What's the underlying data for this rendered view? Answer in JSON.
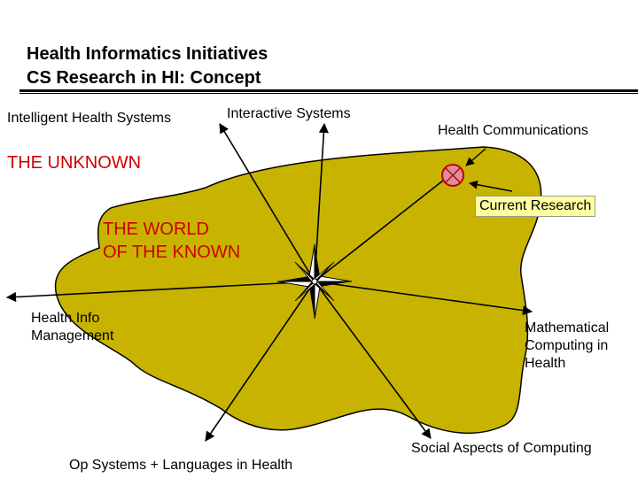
{
  "title": {
    "line1": "Health Informatics Initiatives",
    "line2": "CS Research in HI: Concept"
  },
  "regions": {
    "unknown": "THE UNKNOWN",
    "known": "THE WORLD\nOF THE KNOWN"
  },
  "spokes": [
    {
      "id": "intelligent-health-systems",
      "label": "Intelligent Health Systems"
    },
    {
      "id": "interactive-systems",
      "label": "Interactive Systems"
    },
    {
      "id": "health-communications",
      "label": "Health Communications"
    },
    {
      "id": "health-info-management",
      "label": "Health Info\nManagement"
    },
    {
      "id": "mathematical-computing",
      "label": "Mathematical\nComputing in\nHealth"
    },
    {
      "id": "op-systems-languages",
      "label": "Op Systems + Languages in Health"
    },
    {
      "id": "social-aspects",
      "label": "Social Aspects of Computing"
    }
  ],
  "callout": "Current Research",
  "colors": {
    "known_fill": "#c8b400",
    "unknown_text": "#cc0000",
    "marker_fill": "#d98fa0",
    "marker_stroke": "#c00000",
    "callout_bg": "#ffffa0"
  }
}
